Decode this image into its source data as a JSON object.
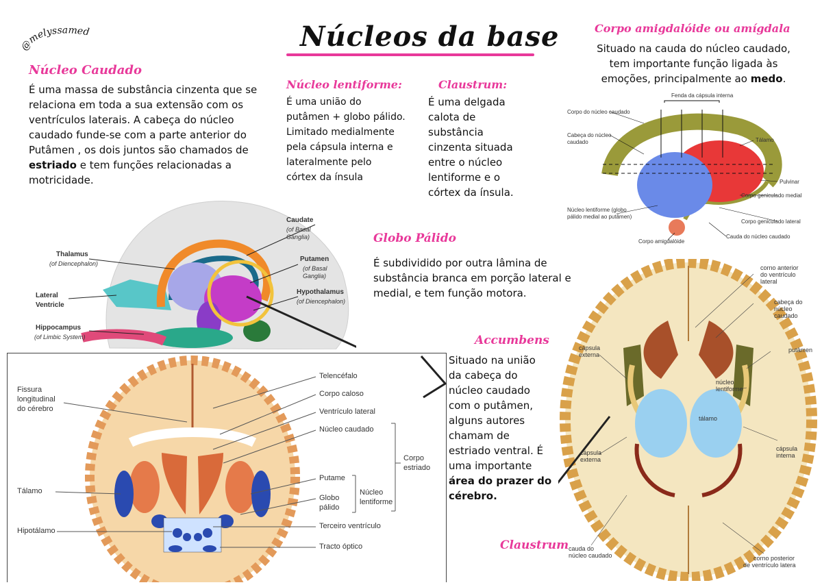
{
  "handle": "@melyssamed",
  "title": "Núcleos da base",
  "colors": {
    "accent": "#e8399a"
  },
  "caudado": {
    "heading": "Núcleo Caudado",
    "lines": [
      "É uma  massa de substância cinzenta que se",
      "relaciona em toda a sua extensão com os",
      "ventrículos laterais. A cabeça do núcleo",
      "caudado funde-se com a parte anterior do",
      "Putâmen , os dois juntos são chamados de"
    ],
    "estriado": "estriado",
    "line6_rest": "  e tem funções relacionadas a",
    "line7": "motricidade."
  },
  "lentiforme": {
    "heading": "Núcleo lentiforme:",
    "lines": [
      "É uma união do",
      "putâmen + globo pálido.",
      "Limitado medialmente",
      "pela cápsula interna e",
      "lateralmente pelo",
      "córtex da ínsula"
    ]
  },
  "claustrum": {
    "heading": "Claustrum:",
    "lines": [
      "É uma delgada",
      "calota de",
      "substância",
      "cinzenta situada",
      "entre o núcleo",
      "lentiforme e o",
      "córtex da ínsula."
    ]
  },
  "amigdala": {
    "heading": "Corpo amigdalóide ou amígdala",
    "line1": "Situado na cauda do núcleo caudado,",
    "line2": "tem importante função ligada às",
    "line3_pre": "emoções, principalmente ao ",
    "medo": "medo",
    "line3_post": "."
  },
  "globo": {
    "heading": "Globo Pálido",
    "lines": [
      "É subdividido por outra lâmina de",
      "substância branca em porção lateral e",
      "medial, e tem função motora."
    ]
  },
  "accumbens": {
    "heading": "Accumbens",
    "lines": [
      "Situado na união",
      "da cabeça do",
      "núcleo caudado",
      "com o putâmen,",
      "alguns autores",
      "chamam de",
      "estriado ventral. É",
      "uma importante"
    ],
    "bold1": "área do prazer do",
    "bold2": "cérebro."
  },
  "claustrum_label": "Claustrum",
  "fig_sagittal": {
    "caudate": "Caudate",
    "caudate_sub1": "(of Basal",
    "caudate_sub2": "Ganglia)",
    "thalamus": "Thalamus",
    "thalamus_sub": "(of Diencephalon)",
    "putamen": "Putamen",
    "putamen_sub1": "(of Basal",
    "putamen_sub2": "Ganglia)",
    "lateral1": "Lateral",
    "lateral2": "Ventricle",
    "hypothalamus": "Hypothalamus",
    "hypothalamus_sub": "(of Diencephalon)",
    "hippocampus": "Hippocampus",
    "hippocampus_sub": "(of Limbic System)"
  },
  "fig_coronal": {
    "fissura1": "Fissura",
    "fissura2": "longitudinal",
    "fissura3": "do cérebro",
    "telencefalo": "Telencéfalo",
    "corpo_caloso": "Corpo caloso",
    "ventriculo_lateral": "Ventrículo lateral",
    "nucleo_caudado": "Núcleo caudado",
    "corpo_estriado1": "Corpo",
    "corpo_estriado2": "estriado",
    "putame": "Putame",
    "globo1": "Globo",
    "globo2": "pálido",
    "nucleo_lentiforme1": "Núcleo",
    "nucleo_lentiforme2": "lentiforme",
    "talamo": "Tálamo",
    "hipotalamo": "Hipotálamo",
    "terceiro": "Terceiro ventrículo",
    "tracto": "Tracto óptico"
  },
  "fig_lateral": {
    "fenda": "Fenda da cápsula interna",
    "corpo_caudado": "Corpo do núcleo caudado",
    "cabeca1": "Cabeça do núcleo",
    "cabeca2": "caudado",
    "talamo": "Tálamo",
    "pulvinar": "Pulvinar",
    "geniculado_medial": "Corpo geniculado medial",
    "lentiforme1": "Núcleo lentiforme (globo",
    "lentiforme2": "pálido medial ao putâmen)",
    "geniculado_lateral": "Corpo geniculado lateral",
    "amigdaloide": "Corpo amigdalóide",
    "cauda": "Cauda do núcleo caudado"
  },
  "fig_axial": {
    "corno_ant1": "corno anterior",
    "corno_ant2": "do ventrículo",
    "corno_ant3": "lateral",
    "cabeca1": "cabeça do",
    "cabeca2": "núcleo",
    "cabeca3": "caudado",
    "capsula_ext1": "cápsula",
    "capsula_ext2": "externa",
    "putamen": "putâmen",
    "lentiforme1": "núcleo",
    "lentiforme2": "lentiforme",
    "talamo": "tálamo",
    "capsula_ext_b1": "cápsula",
    "capsula_ext_b2": "externa",
    "capsula_int1": "cápsula",
    "capsula_int2": "interna",
    "cauda1": "cauda do",
    "cauda2": "núcleo caudado",
    "corno_post1": "corno posterior",
    "corno_post2": "de ventrículo latera"
  }
}
